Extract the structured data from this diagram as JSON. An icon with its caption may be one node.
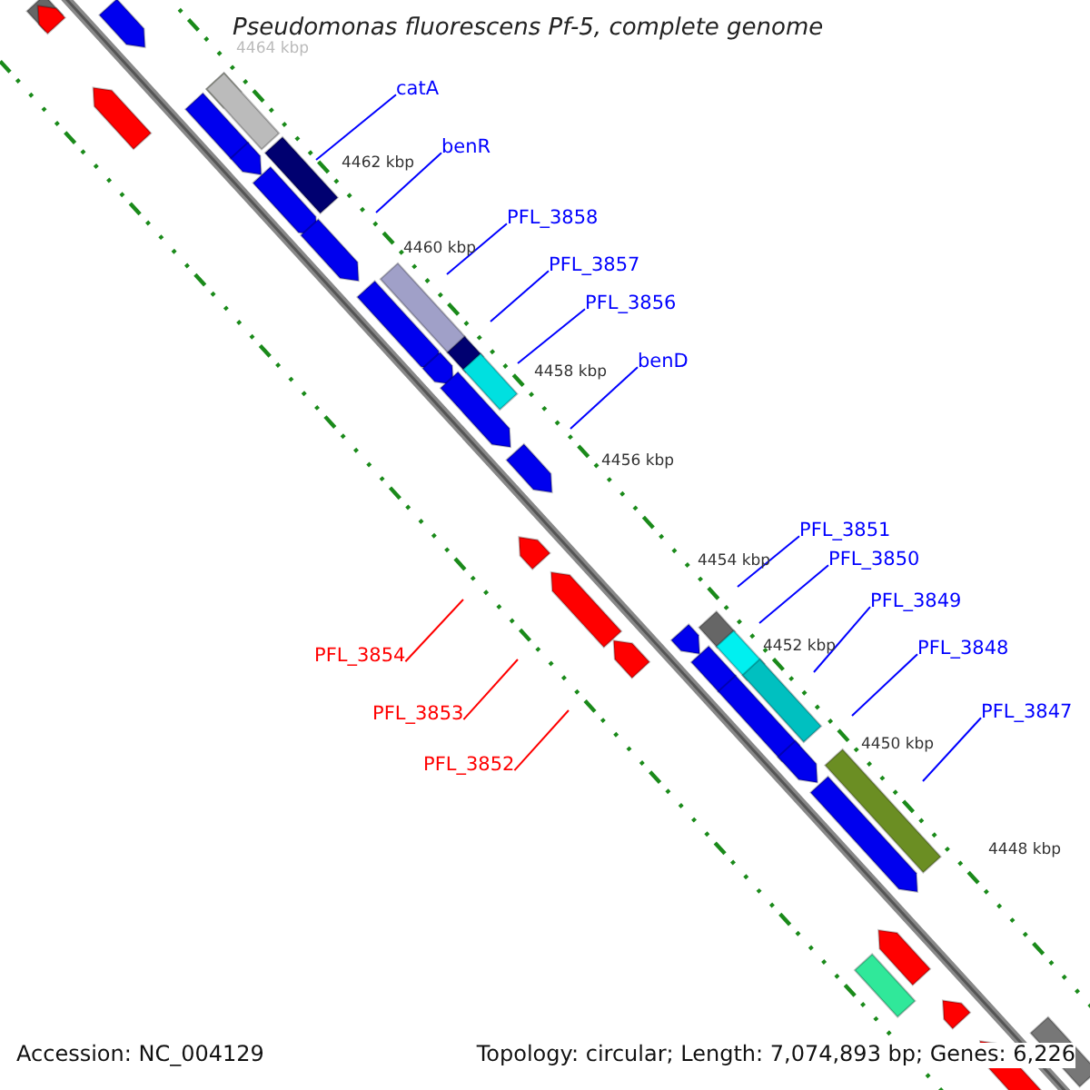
{
  "diagram": {
    "title": "Pseudomonas fluorescens Pf-5, complete genome",
    "nodes": [
      {
        "text": [
          "catA"
        ]
      },
      {
        "text": [
          "benR"
        ]
      },
      {
        "text": [
          "PFL_3858"
        ]
      },
      {
        "text": [
          "PFL_3857"
        ]
      },
      {
        "text": [
          "PFL_3856"
        ]
      },
      {
        "text": [
          "benD"
        ]
      },
      {
        "text": [
          "PFL_3851"
        ]
      },
      {
        "text": [
          "PFL_3850"
        ]
      },
      {
        "text": [
          "PFL_3849"
        ]
      },
      {
        "text": [
          "PFL_3848"
        ]
      },
      {
        "text": [
          "PFL_3847"
        ]
      },
      {
        "text": [
          "PFL_3854"
        ]
      },
      {
        "text": [
          "PFL_3853"
        ]
      },
      {
        "text": [
          "PFL_3852"
        ]
      }
    ],
    "edges": [
      {
        "from": 0,
        "to": null,
        "arrow": "none"
      },
      {
        "from": 1,
        "to": null,
        "arrow": "none"
      },
      {
        "from": 2,
        "to": null,
        "arrow": "none"
      },
      {
        "from": 3,
        "to": null,
        "arrow": "none"
      },
      {
        "from": 4,
        "to": null,
        "arrow": "none"
      },
      {
        "from": 5,
        "to": null,
        "arrow": "none"
      },
      {
        "from": 6,
        "to": null,
        "arrow": "none"
      },
      {
        "from": 7,
        "to": null,
        "arrow": "none"
      },
      {
        "from": 8,
        "to": null,
        "arrow": "none"
      },
      {
        "from": 9,
        "to": null,
        "arrow": "none"
      },
      {
        "from": 10,
        "to": null,
        "arrow": "none"
      },
      {
        "from": 11,
        "to": null,
        "arrow": "none",
        "color": "#ff0000"
      },
      {
        "from": 12,
        "to": null,
        "arrow": "none",
        "color": "#ff0000"
      },
      {
        "from": 13,
        "to": null,
        "arrow": "none",
        "color": "#ff0000"
      }
    ],
    "labels": [
      "4464 kbp",
      "4462 kbp",
      "4460 kbp",
      "4458 kbp",
      "4456 kbp",
      "4454 kbp",
      "4452 kbp",
      "4450 kbp",
      "4448 kbp",
      "Accession: NC_004129",
      "Topology: circular; Length: 7,074,893 bp; Genes: 6,226"
    ]
  }
}
